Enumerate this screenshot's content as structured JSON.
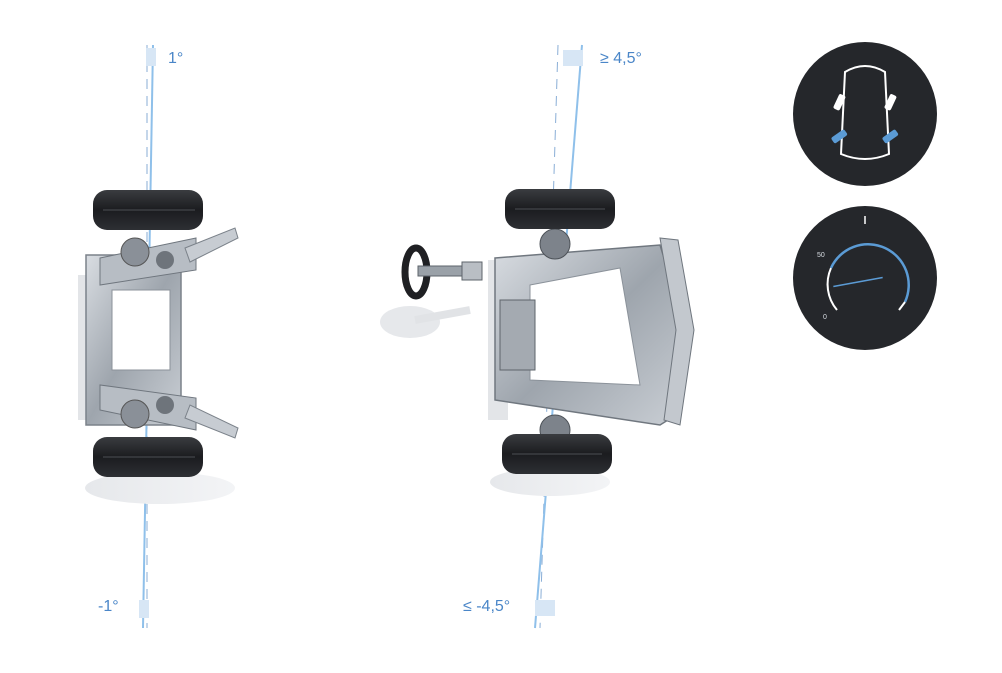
{
  "labels": {
    "rear_top": "1°",
    "rear_bottom": "-1°",
    "front_top": "≥ 4,5°",
    "front_bottom": "≤ -4,5°"
  },
  "gauge": {
    "tick_50": "50",
    "tick_0": "0"
  },
  "colors": {
    "accent": "#4a86c8",
    "badge_bg": "#25272b",
    "badge_line": "#ffffff",
    "highlight": "#5b9bd5"
  },
  "icons": [
    "car-top-view-icon",
    "speedometer-icon"
  ]
}
